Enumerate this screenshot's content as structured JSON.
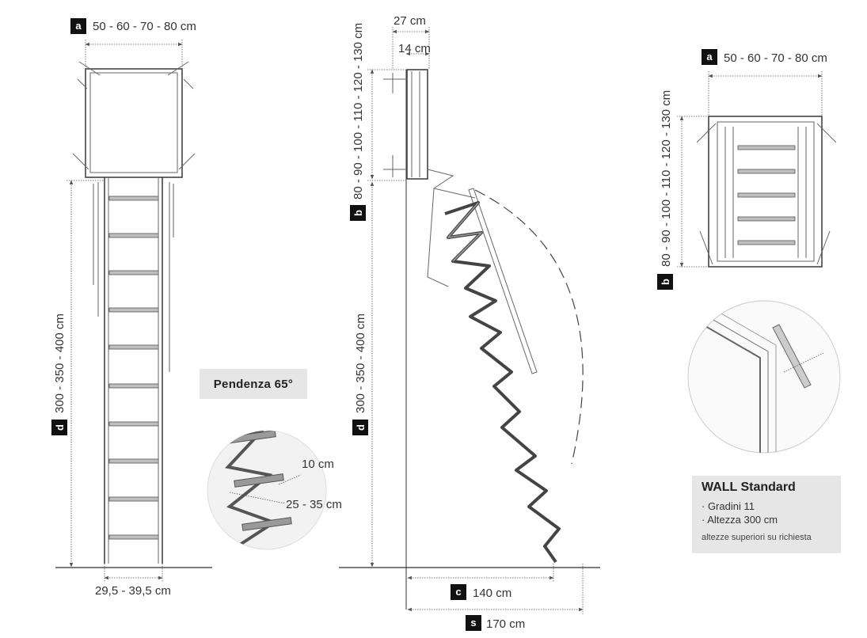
{
  "labels": {
    "front_width": "50 - 60 - 70 - 80 cm",
    "front_height": "300 - 350 - 400 cm",
    "front_base_width": "29,5 - 39,5 cm",
    "side_depth_27": "27  cm",
    "side_depth_14": "14  cm",
    "side_opening": "80 - 90 - 100 - 110 - 120 - 130 cm",
    "side_height": "300 - 350 - 400 cm",
    "side_reach_c": "140 cm",
    "side_reach_s": "170 cm",
    "top_width": "50 - 60 - 70 - 80 cm",
    "top_length": "80 - 90 - 100 - 110 - 120 - 130 cm",
    "step_depth": "10 cm",
    "step_rise": "25 - 35 cm"
  },
  "badges": {
    "a": "a",
    "b": "b",
    "c": "c",
    "d": "d",
    "s": "s"
  },
  "slope_label": "Pendenza 65°",
  "info": {
    "title": "WALL Standard",
    "lines": [
      "· Gradini 11",
      "· Altezza 300 cm"
    ],
    "note": "altezze superiori su richiesta"
  },
  "colors": {
    "line": "#666666",
    "badge": "#111111",
    "panel": "#e6e6e6"
  }
}
